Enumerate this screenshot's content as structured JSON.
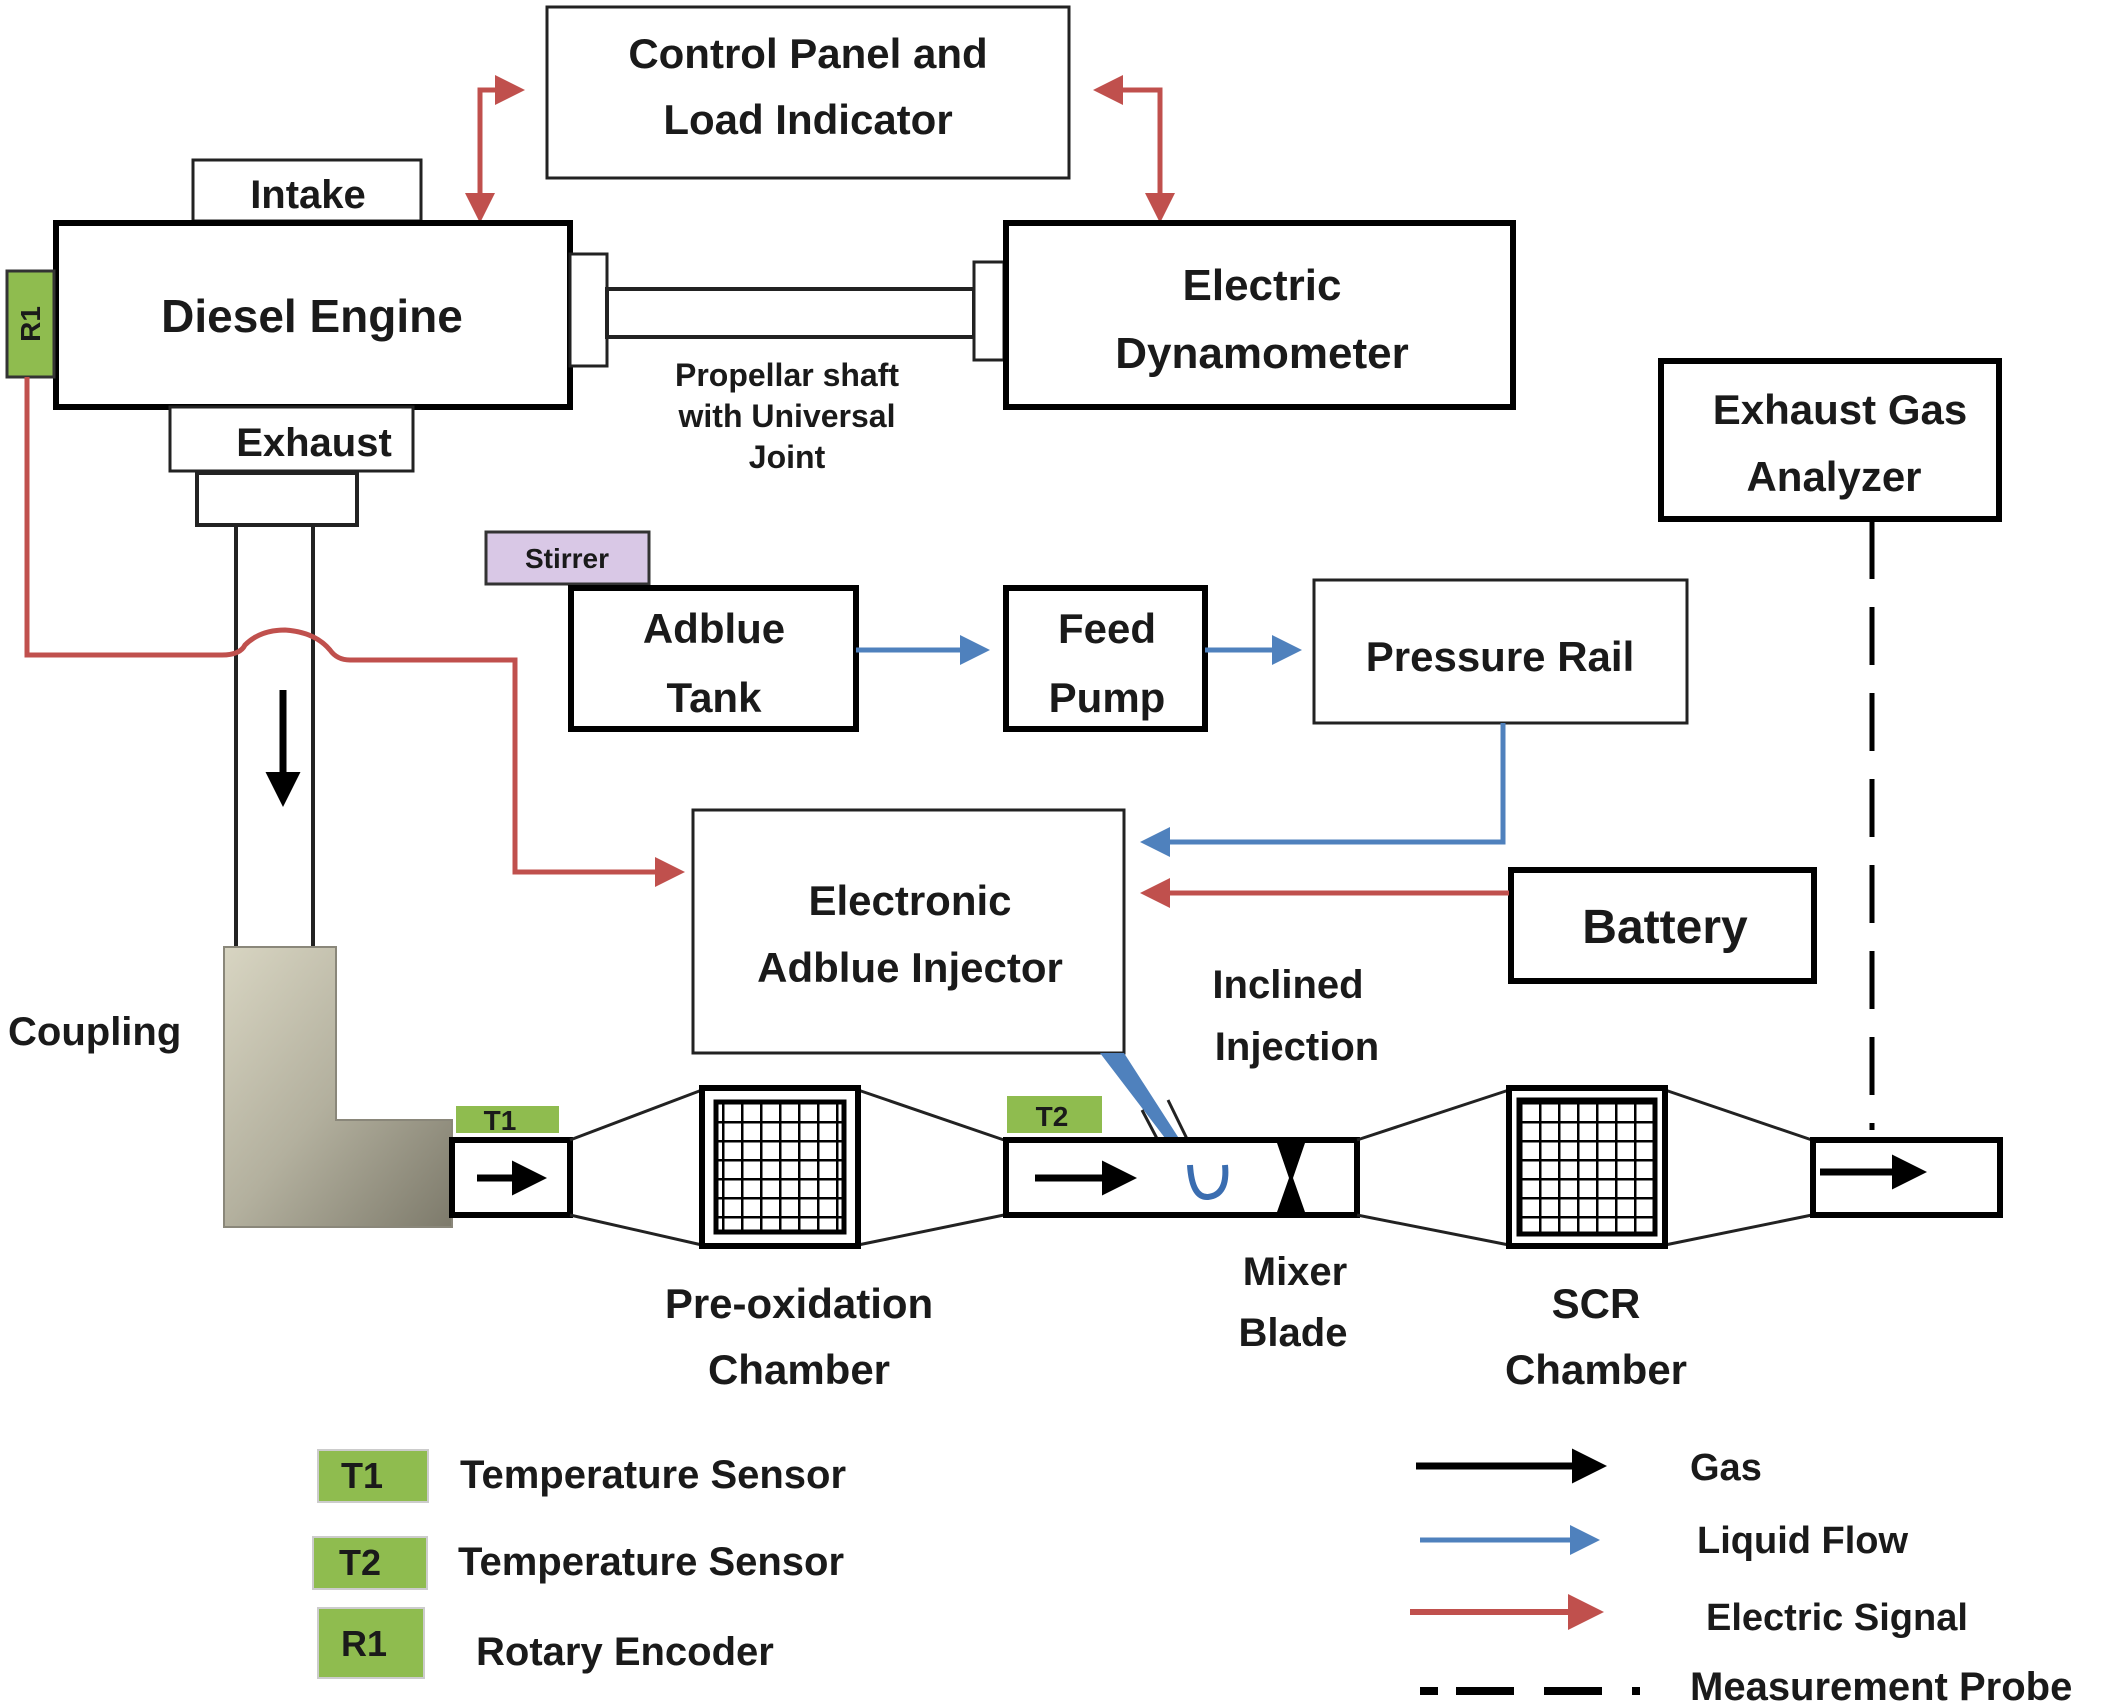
{
  "components": {
    "control_panel": [
      "Control Panel and",
      "Load Indicator"
    ],
    "intake": "Intake",
    "diesel_engine": "Diesel Engine",
    "r1_tag": "R1",
    "exhaust": "Exhaust",
    "shaft_label": [
      "Propellar shaft",
      "with Universal",
      "Joint"
    ],
    "dynamometer": [
      "Electric",
      "Dynamometer"
    ],
    "gas_analyzer": [
      "Exhaust Gas",
      "Analyzer"
    ],
    "stirrer": "Stirrer",
    "adblue_tank": [
      "Adblue",
      "Tank"
    ],
    "feed_pump": [
      "Feed",
      "Pump"
    ],
    "pressure_rail": "Pressure Rail",
    "injector": [
      "Electronic",
      "Adblue Injector"
    ],
    "battery": "Battery",
    "inclined_injection": [
      "Inclined",
      "Injection"
    ],
    "coupling": "Coupling",
    "t1_tag": "T1",
    "t2_tag": "T2",
    "pre_oxidation": [
      "Pre-oxidation",
      "Chamber"
    ],
    "mixer_blade": [
      "Mixer",
      "Blade"
    ],
    "scr": [
      "SCR",
      "Chamber"
    ]
  },
  "legend_sensors": [
    {
      "tag": "T1",
      "label": "Temperature Sensor"
    },
    {
      "tag": "T2",
      "label": "Temperature Sensor"
    },
    {
      "tag": "R1",
      "label": "Rotary Encoder"
    }
  ],
  "legend_lines": [
    {
      "label": "Gas",
      "type": "gas"
    },
    {
      "label": "Liquid Flow",
      "type": "liquid"
    },
    {
      "label": "Electric Signal",
      "type": "electric"
    },
    {
      "label": "Measurement Probe",
      "type": "probe"
    }
  ],
  "colors": {
    "electric": "#c0504d",
    "liquid": "#4f81bd",
    "gas": "#000000",
    "sensor_tag": "#8fbc4f",
    "stirrer": "#d9c8e6",
    "coupling": "#a8a493"
  }
}
